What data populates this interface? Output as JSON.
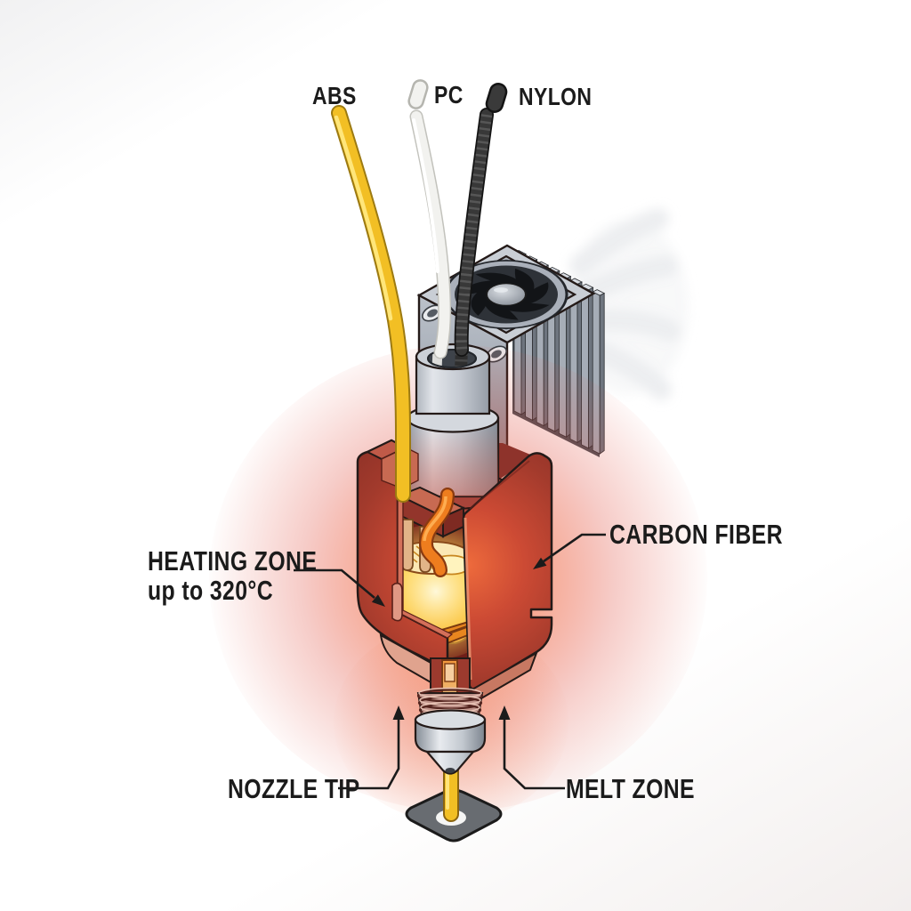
{
  "diagram": {
    "type": "cutaway-illustration",
    "subject": "3D printer hotend cutaway extruding filament",
    "filaments": {
      "abs": {
        "label": "ABS"
      },
      "pc": {
        "label": "PC"
      },
      "nylon": {
        "label": "NYLON"
      }
    },
    "callouts": {
      "heating_zone_line1": "HEATING ZONE",
      "heating_zone_line2": "up to 320°C",
      "carbon_fiber": "CARBON FIBER",
      "nozzle_tip": "NOZZLE TIP",
      "melt_zone": "MELT ZONE"
    },
    "icons": {
      "pc_swatch": "pc-filament-capsule-icon",
      "nylon_swatch": "nylon-filament-capsule-icon",
      "fan": "cooling-fan-icon"
    },
    "colors": {
      "abs_filament": "#F2BF24",
      "pc_filament": "#F2F2EF",
      "nylon_filament": "#3A3A3A",
      "heater_block_red": "#A8392C",
      "glow_orange": "#F4713F",
      "melt_glow_yellow": "#FFD95A",
      "metal_gray": "#C3C9D1",
      "ink": "#1B1B1B"
    }
  }
}
